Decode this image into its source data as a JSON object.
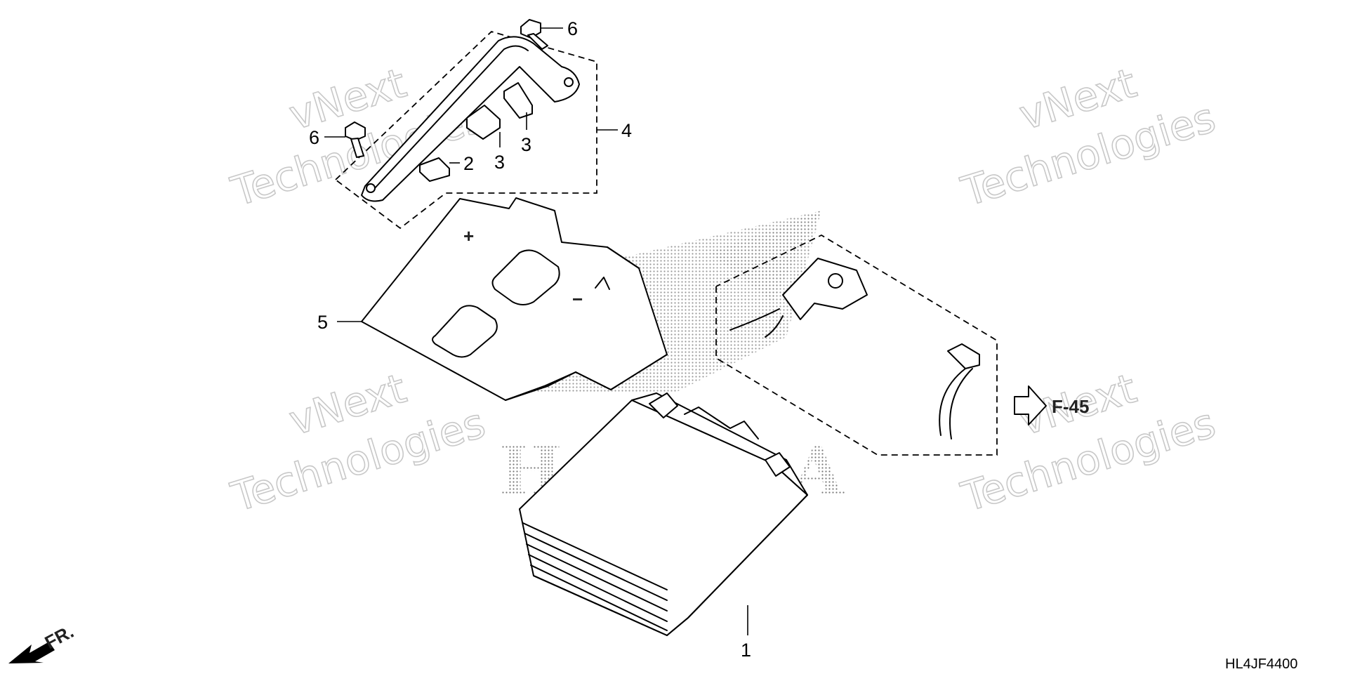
{
  "diagram": {
    "code": "HL4JF4400",
    "direction_label": "FR.",
    "reference_label": "F-45",
    "logo_text": "HONDA",
    "watermark": {
      "line1": "vNext",
      "line2": "Technologies"
    },
    "callouts": [
      {
        "id": "part-1-battery",
        "label": "1"
      },
      {
        "id": "part-2-cushion",
        "label": "2"
      },
      {
        "id": "part-3-cushion-a",
        "label": "3"
      },
      {
        "id": "part-3-cushion-b",
        "label": "3"
      },
      {
        "id": "part-4-battery-band-assy",
        "label": "4"
      },
      {
        "id": "part-5-battery-cover",
        "label": "5"
      },
      {
        "id": "part-6-bolt-top",
        "label": "6"
      },
      {
        "id": "part-6-bolt-left",
        "label": "6"
      }
    ]
  },
  "colors": {
    "ink": "#000000",
    "watermark_stroke": "#c8c8c8",
    "background": "#ffffff"
  }
}
